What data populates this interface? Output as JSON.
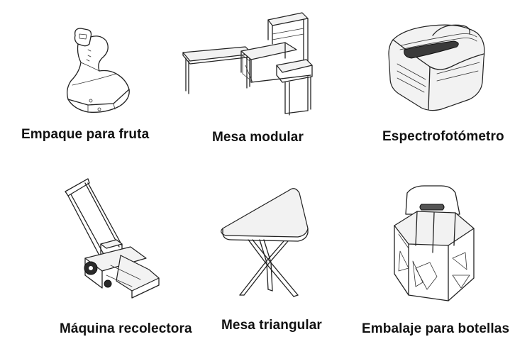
{
  "items": [
    {
      "label": "Empaque para fruta",
      "icon": "fruit-packaging-sketch"
    },
    {
      "label": "Mesa modular",
      "icon": "modular-table-sketch"
    },
    {
      "label": "Espectrofotómetro",
      "icon": "spectrophotometer-sketch"
    },
    {
      "label": "Máquina recolectora",
      "icon": "collector-machine-sketch"
    },
    {
      "label": "Mesa triangular",
      "icon": "triangular-table-sketch"
    },
    {
      "label": "Embalaje para botellas",
      "icon": "bottle-packaging-sketch"
    }
  ]
}
